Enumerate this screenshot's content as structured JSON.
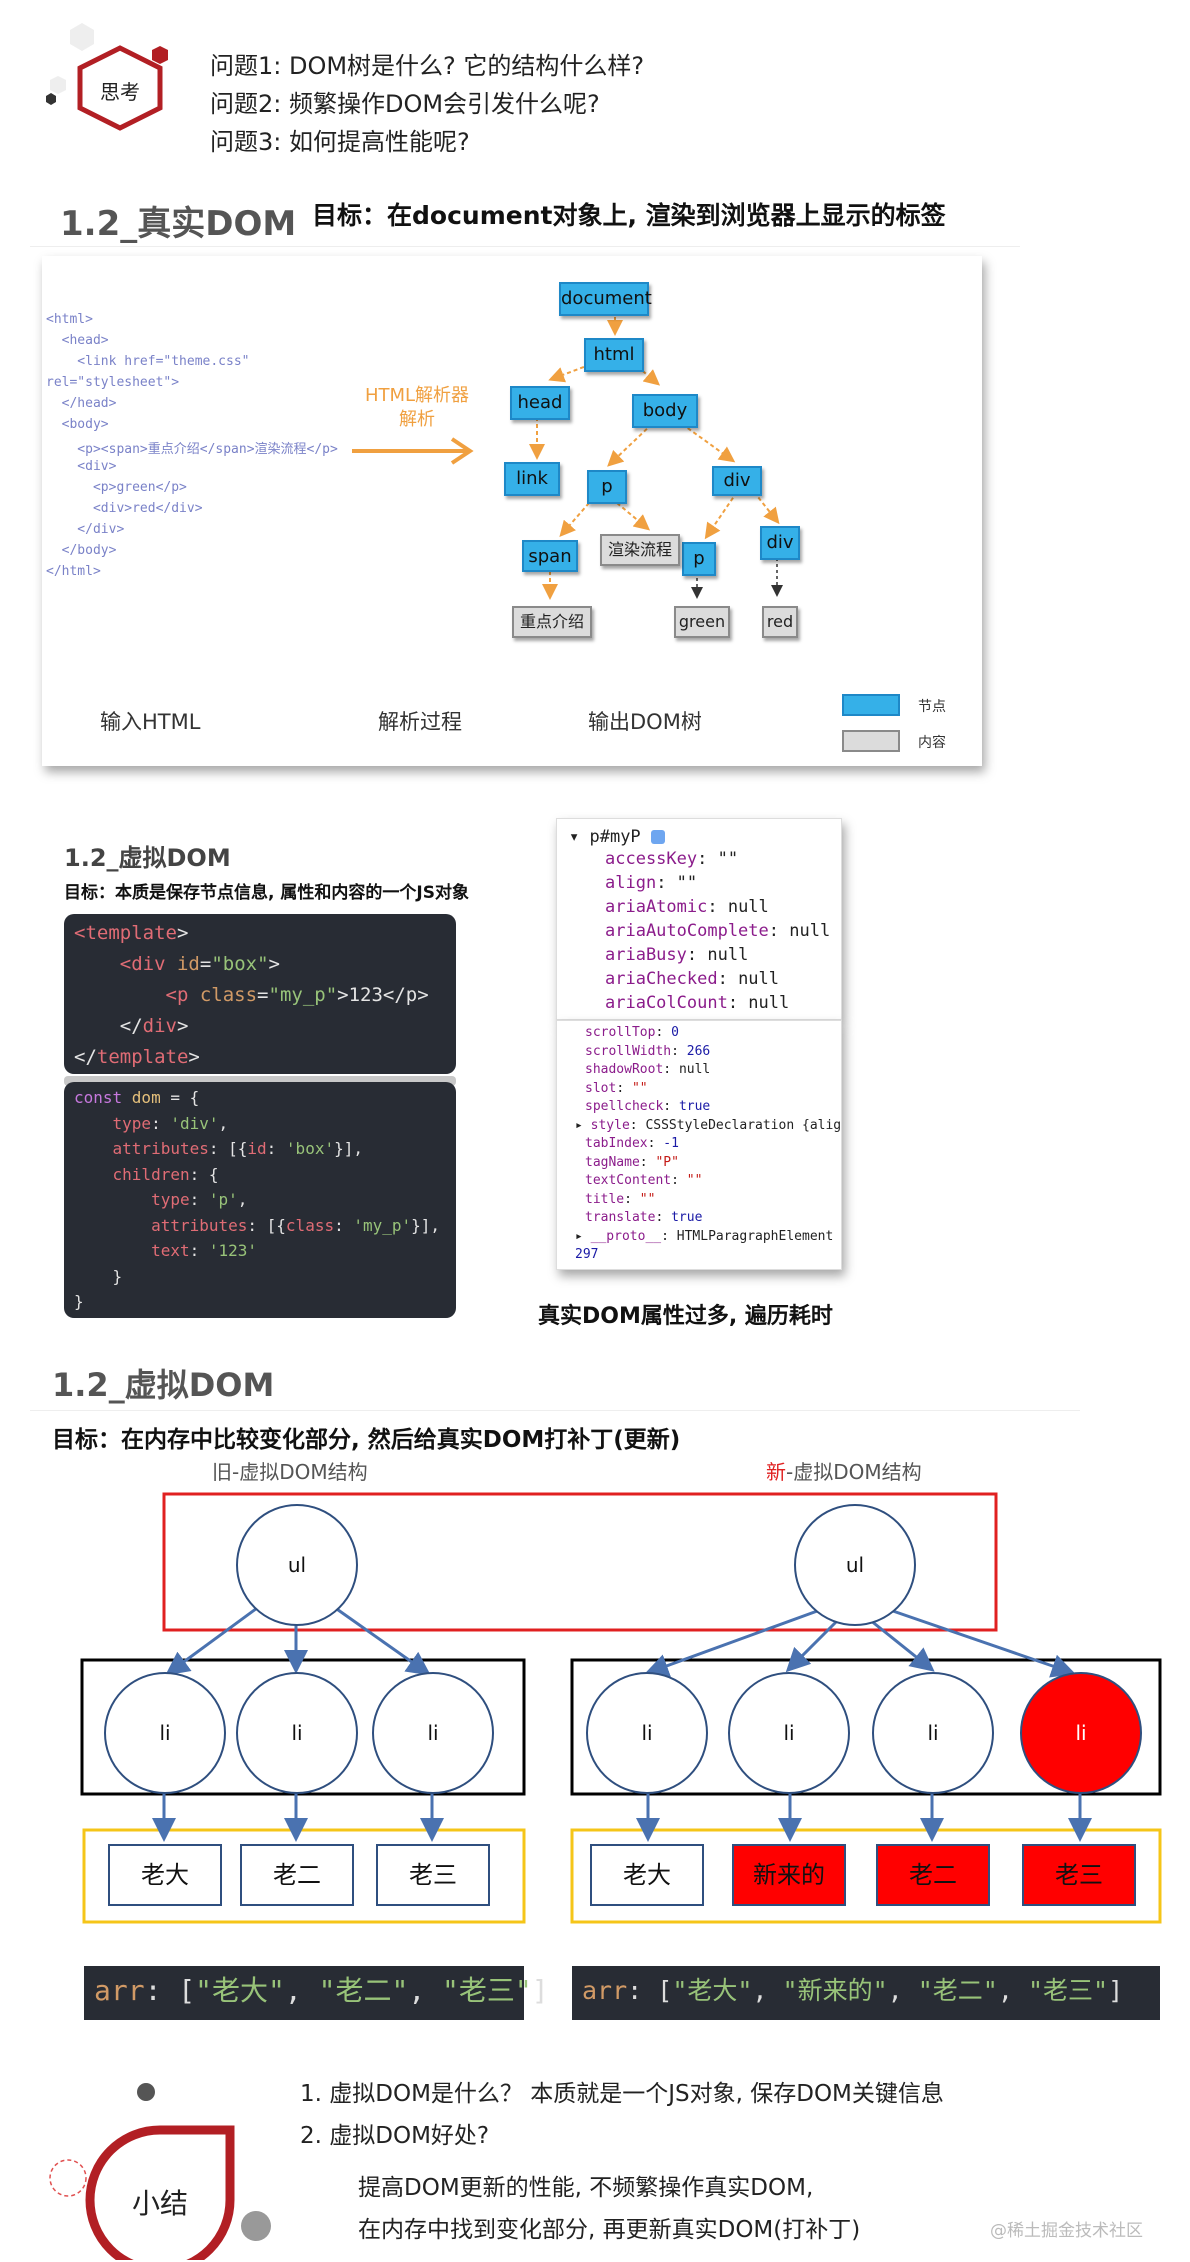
{
  "questions": {
    "badge": "思考",
    "items": [
      "问题1: DOM树是什么? 它的结构什么样?",
      "问题2: 频繁操作DOM会引发什么呢?",
      "问题3: 如何提高性能呢?"
    ]
  },
  "real_dom": {
    "title": "1.2_真实DOM",
    "goal": "目标：在document对象上, 渲染到浏览器上显示的标签",
    "html_lines": [
      "<html>",
      "  <head>",
      "    <link href=\"theme.css\"",
      "rel=\"stylesheet\">",
      "  </head>",
      "  <body>",
      "    <p><span>重点介绍</span>渲染流程</p>",
      "    <div>",
      "      <p>green</p>",
      "      <div>red</div>",
      "    </div>",
      "  </body>",
      "</html>"
    ],
    "parser_label": [
      "HTML解析器",
      "解析"
    ],
    "nodes": {
      "document": "document",
      "html": "html",
      "head": "head",
      "body": "body",
      "link": "link",
      "p1": "p",
      "div1": "div",
      "span": "span",
      "p2": "p",
      "div2": "div"
    },
    "leaves": {
      "render": "渲染流程",
      "intro": "重点介绍",
      "green": "green",
      "red": "red"
    },
    "captions": {
      "input": "输入HTML",
      "process": "解析过程",
      "output": "输出DOM树"
    },
    "legend": {
      "node": "节点",
      "content": "内容"
    },
    "colors": {
      "node_fill": "#35b0e8",
      "leaf_fill": "#dcdcdc"
    }
  },
  "virtual_dom_1": {
    "title": "1.2_虚拟DOM",
    "goal": "目标：本质是保存节点信息, 属性和内容的一个JS对象",
    "template_lines": [
      {
        "indent": "",
        "parts": [
          [
            "kw-tag",
            "<template"
          ],
          [
            "",
            ">"
          ]
        ]
      },
      {
        "indent": "    ",
        "parts": [
          [
            "kw-tag",
            "<div"
          ],
          [
            "kw-attr",
            " id"
          ],
          [
            "",
            "="
          ],
          [
            "kw-str",
            "\"box\""
          ],
          [
            "",
            ">"
          ]
        ]
      },
      {
        "indent": "        ",
        "parts": [
          [
            "kw-tag",
            "<p"
          ],
          [
            "kw-attr",
            " class"
          ],
          [
            "",
            "="
          ],
          [
            "kw-str",
            "\"my_p\""
          ],
          [
            "",
            ">123</"
          ],
          [
            "",
            "p>"
          ]
        ]
      },
      {
        "indent": "    ",
        "parts": [
          [
            "",
            "</"
          ],
          [
            "kw-tag",
            "div"
          ],
          [
            "",
            ">"
          ]
        ]
      },
      {
        "indent": "",
        "parts": [
          [
            "",
            "</"
          ],
          [
            "kw-tag",
            "template"
          ],
          [
            "",
            ">"
          ]
        ]
      }
    ],
    "js_lines": [
      {
        "parts": [
          [
            "kw-key",
            "const "
          ],
          [
            "kw-var",
            "dom"
          ],
          [
            "",
            " = {"
          ]
        ]
      },
      {
        "parts": [
          [
            "",
            "    "
          ],
          [
            "kw-tag",
            "type"
          ],
          [
            "",
            ": "
          ],
          [
            "kw-str",
            "'div'"
          ],
          [
            "",
            ","
          ]
        ]
      },
      {
        "parts": [
          [
            "",
            "    "
          ],
          [
            "kw-tag",
            "attributes"
          ],
          [
            "",
            ": [{"
          ],
          [
            "kw-tag",
            "id"
          ],
          [
            "",
            ": "
          ],
          [
            "kw-str",
            "'box'"
          ],
          [
            "",
            "}],"
          ]
        ]
      },
      {
        "parts": [
          [
            "",
            "    "
          ],
          [
            "kw-tag",
            "children"
          ],
          [
            "",
            ": {"
          ]
        ]
      },
      {
        "parts": [
          [
            "",
            "        "
          ],
          [
            "kw-tag",
            "type"
          ],
          [
            "",
            ": "
          ],
          [
            "kw-str",
            "'p'"
          ],
          [
            "",
            ","
          ]
        ]
      },
      {
        "parts": [
          [
            "",
            "        "
          ],
          [
            "kw-tag",
            "attributes"
          ],
          [
            "",
            ": [{"
          ],
          [
            "kw-tag",
            "class"
          ],
          [
            "",
            ": "
          ],
          [
            "kw-str",
            "'my_p'"
          ],
          [
            "",
            "}],"
          ]
        ]
      },
      {
        "parts": [
          [
            "",
            "        "
          ],
          [
            "kw-tag",
            "text"
          ],
          [
            "",
            ": "
          ],
          [
            "kw-str",
            "'123'"
          ]
        ]
      },
      {
        "parts": [
          [
            "",
            "    }"
          ]
        ]
      },
      {
        "parts": [
          [
            "",
            "}"
          ]
        ]
      }
    ],
    "devtools_top": {
      "element": "p#myP",
      "props": [
        [
          "accessKey",
          "\"\""
        ],
        [
          "align",
          "\"\""
        ],
        [
          "ariaAtomic",
          "null"
        ],
        [
          "ariaAutoComplete",
          "null"
        ],
        [
          "ariaBusy",
          "null"
        ],
        [
          "ariaChecked",
          "null"
        ],
        [
          "ariaColCount",
          "null"
        ]
      ]
    },
    "devtools_bottom": {
      "props": [
        [
          "scrollTop",
          "0",
          "blue"
        ],
        [
          "scrollWidth",
          "266",
          "blue"
        ],
        [
          "shadowRoot",
          "null",
          ""
        ],
        [
          "slot",
          "\"\"",
          "red"
        ],
        [
          "spellcheck",
          "true",
          "blue"
        ],
        [
          "style",
          "CSSStyleDeclaration {alig",
          ""
        ],
        [
          "tabIndex",
          "-1",
          "blue"
        ],
        [
          "tagName",
          "\"P\"",
          "red"
        ],
        [
          "textContent",
          "\"\"",
          "red"
        ],
        [
          "title",
          "\"\"",
          "red"
        ],
        [
          "translate",
          "true",
          "blue"
        ],
        [
          "__proto__",
          "HTMLParagraphElement",
          ""
        ]
      ],
      "count": "297"
    },
    "caption": "真实DOM属性过多, 遍历耗时"
  },
  "virtual_dom_2": {
    "title": "1.2_虚拟DOM",
    "goal": "目标：在内存中比较变化部分, 然后给真实DOM打补丁(更新)",
    "old_label": "旧-虚拟DOM结构",
    "new_label_highlight": "新",
    "new_label_rest": "-虚拟DOM结构",
    "root": "ul",
    "old_li": [
      "li",
      "li",
      "li"
    ],
    "new_li": [
      "li",
      "li",
      "li",
      "li"
    ],
    "old_items": [
      "老大",
      "老二",
      "老三"
    ],
    "new_items": [
      "老大",
      "新来的",
      "老二",
      "老三"
    ],
    "old_arr": {
      "key": "arr",
      "values": [
        "\"老大\"",
        "\"老二\"",
        "\"老三\""
      ]
    },
    "new_arr": {
      "key": "arr",
      "values": [
        "\"老大\"",
        "\"新来的\"",
        "\"老二\"",
        "\"老三\""
      ]
    },
    "colors": {
      "changed": "#ff0000",
      "box_red": "#e02020",
      "box_yellow": "#f5c518"
    }
  },
  "summary": {
    "badge": "小结",
    "lines": [
      "1. 虚拟DOM是什么？  本质就是一个JS对象, 保存DOM关键信息",
      "2. 虚拟DOM好处?",
      "提高DOM更新的性能, 不频繁操作真实DOM,",
      "在内存中找到变化部分, 再更新真实DOM(打补丁)"
    ],
    "watermark": "@稀土掘金技术社区"
  }
}
